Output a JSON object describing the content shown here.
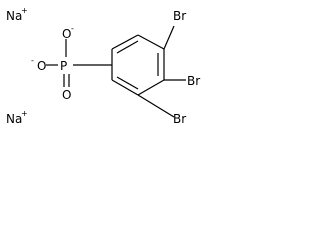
{
  "structure": {
    "counterions": [
      {
        "symbol": "Na",
        "charge": "+"
      },
      {
        "symbol": "Na",
        "charge": "+"
      }
    ],
    "phosphonate": {
      "center": "P",
      "oxygen_top": "O",
      "oxygen_top_charge": "-",
      "oxygen_left": "O",
      "oxygen_left_charge": "-",
      "oxygen_double": "O"
    },
    "substituents": [
      "Br",
      "Br",
      "Br"
    ]
  }
}
